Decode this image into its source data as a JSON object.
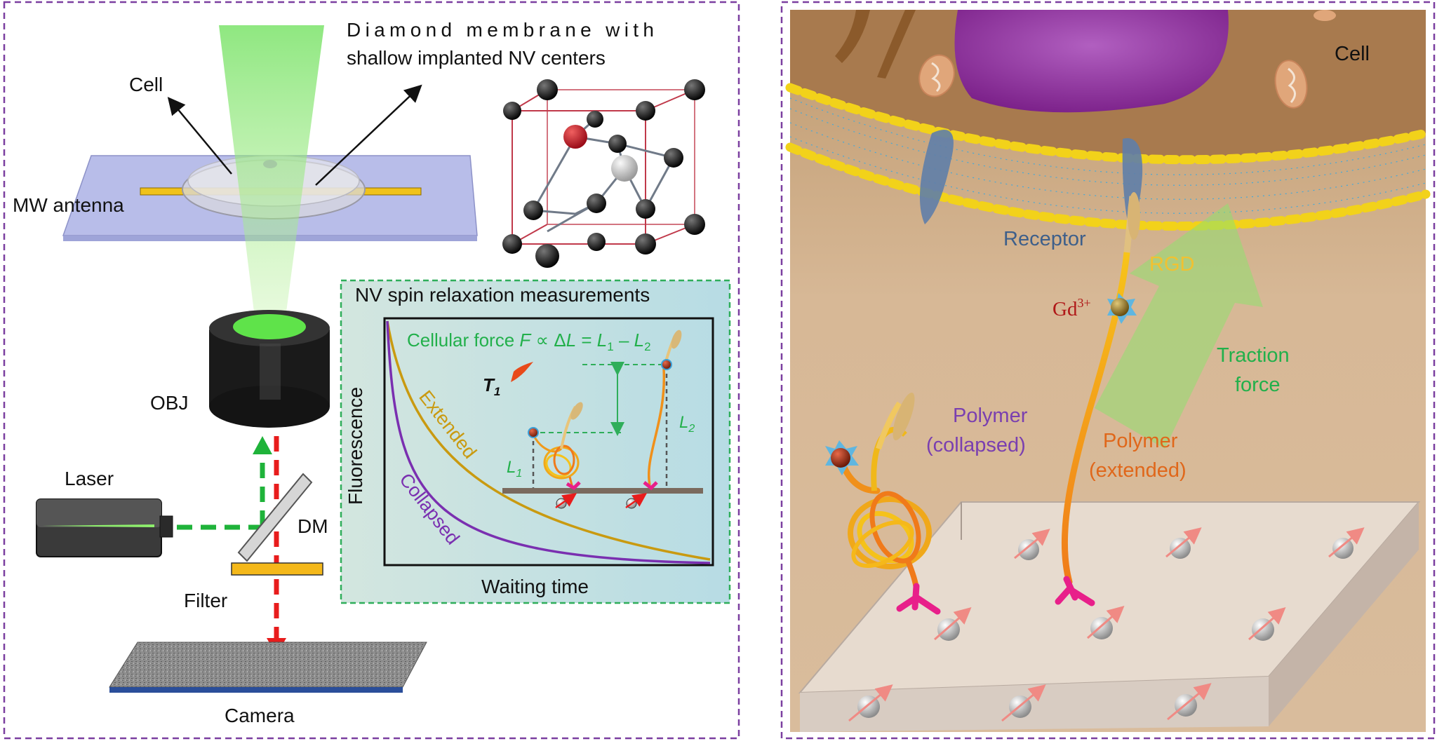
{
  "left_panel": {
    "labels": {
      "membrane_line1": "Diamond membrane with",
      "membrane_line2": "shallow implanted NV centers",
      "cell": "Cell",
      "mw_antenna": "MW antenna",
      "obj": "OBJ",
      "laser": "Laser",
      "dm": "DM",
      "filter": "Filter",
      "camera": "Camera"
    },
    "inset": {
      "title": "NV spin relaxation measurements",
      "ylabel": "Fluorescence",
      "xlabel": "Waiting time",
      "formula": "Cellular force F ∝ ΔL = L1 – L2",
      "formula_prefix": "Cellular force ",
      "formula_F": "F",
      "formula_mid": " ∝ Δ",
      "formula_L": "L",
      "formula_eq": " = ",
      "formula_L1": "L",
      "formula_sub1": "1",
      "formula_minus": " – ",
      "formula_L2": "L",
      "formula_sub2": "2",
      "t1": "T",
      "t1_sub": "1",
      "curve_extended": "Extended",
      "curve_collapsed": "Collapsed",
      "l1": "L",
      "l1_sub": "1",
      "l2": "L",
      "l2_sub": "2"
    }
  },
  "right_panel": {
    "labels": {
      "cell": "Cell",
      "receptor": "Receptor",
      "rgd": "RGD",
      "gd": "Gd",
      "gd_sup": "3+",
      "traction_line1": "Traction",
      "traction_line2": "force",
      "polymer_collapsed_line1": "Polymer",
      "polymer_collapsed_line2": "(collapsed)",
      "polymer_extended_line1": "Polymer",
      "polymer_extended_line2": "(extended)"
    }
  },
  "colors": {
    "panel_border": "#7b3fa0",
    "inset_border": "#2fae5a",
    "green_text": "#22b04b",
    "extended_curve": "#c99a10",
    "collapsed_curve": "#7a2fb0",
    "receptor_text": "#3e5f8a",
    "rgd_text": "#f2c130",
    "polymer_collapsed_text": "#7a3fb0",
    "polymer_extended_text": "#e0671a",
    "gd_text": "#b01818",
    "cell_nucleus": "#8a2d96",
    "membrane_head": "#f2d21a",
    "membrane_tail": "#46a9d8",
    "laser_green": "#1fb33a",
    "signal_red": "#e81c1c"
  }
}
